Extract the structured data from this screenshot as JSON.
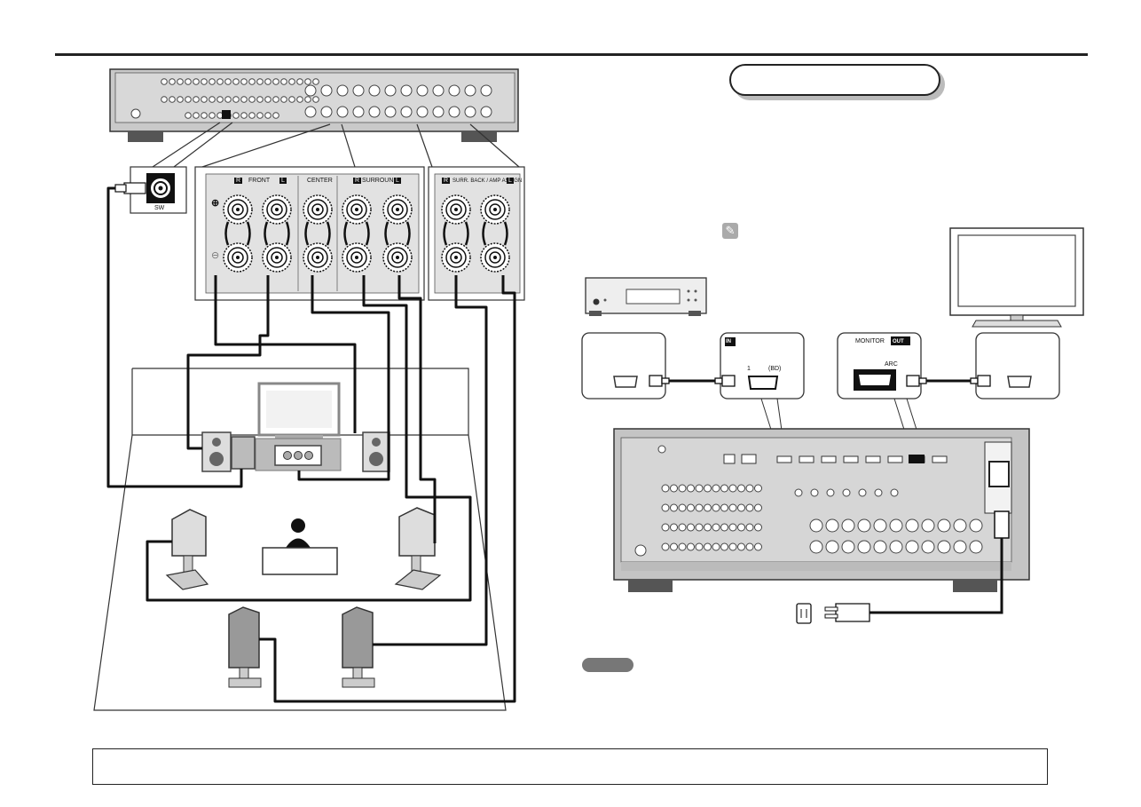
{
  "speaker_terminals": {
    "front": "FRONT",
    "center": "CENTER",
    "surround": "SURROUND",
    "surr_back": "SURR. BACK / AMP ASSIGN",
    "r_badge": "R",
    "l_badge": "L",
    "plus": "⊕",
    "minus": "⊖"
  },
  "subwoofer": {
    "label": "SW"
  },
  "hdmi": {
    "in_label": "IN",
    "in_port": "1",
    "in_port_sub": "(BD)",
    "monitor_label": "MONITOR",
    "out_label": "OUT",
    "arc_label": "ARC"
  },
  "icons": {
    "pencil": "pencil-icon"
  },
  "colors": {
    "line": "#111111",
    "panel": "#bdbdbd",
    "panel_dark": "#8a8a8a"
  }
}
